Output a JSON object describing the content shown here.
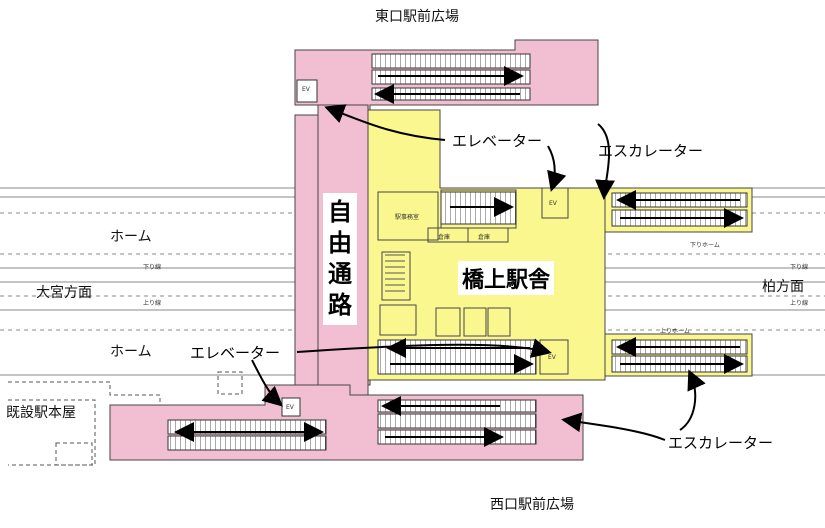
{
  "labels": {
    "east_plaza": "東口駅前広場",
    "west_plaza": "西口駅前広場",
    "free_passage": [
      "自",
      "由",
      "通",
      "路"
    ],
    "station_building": "橋上駅舎",
    "omiya_direction": "大宮方面",
    "kashiwa_direction": "柏方面",
    "platform_top": "ホーム",
    "platform_bottom": "ホーム",
    "existing_building": "既設駅本屋",
    "elevator_top": "エレベーター",
    "elevator_bottom": "エレベーター",
    "escalator_top": "エスカレーター",
    "escalator_bottom": "エスカレーター",
    "ev_mark": "EV",
    "down_line": "下り線",
    "up_line": "上り線",
    "down_line_right": "下り線",
    "up_line_right": "上り線",
    "office": "駅事務室",
    "shop_a": "倉庫",
    "shop_b": "倉庫",
    "down_home": "下りホーム",
    "up_home": "上りホーム"
  },
  "colors": {
    "passage": "#f2bfd2",
    "station": "#fbf78f",
    "outline": "#444444",
    "track": "#777777"
  }
}
